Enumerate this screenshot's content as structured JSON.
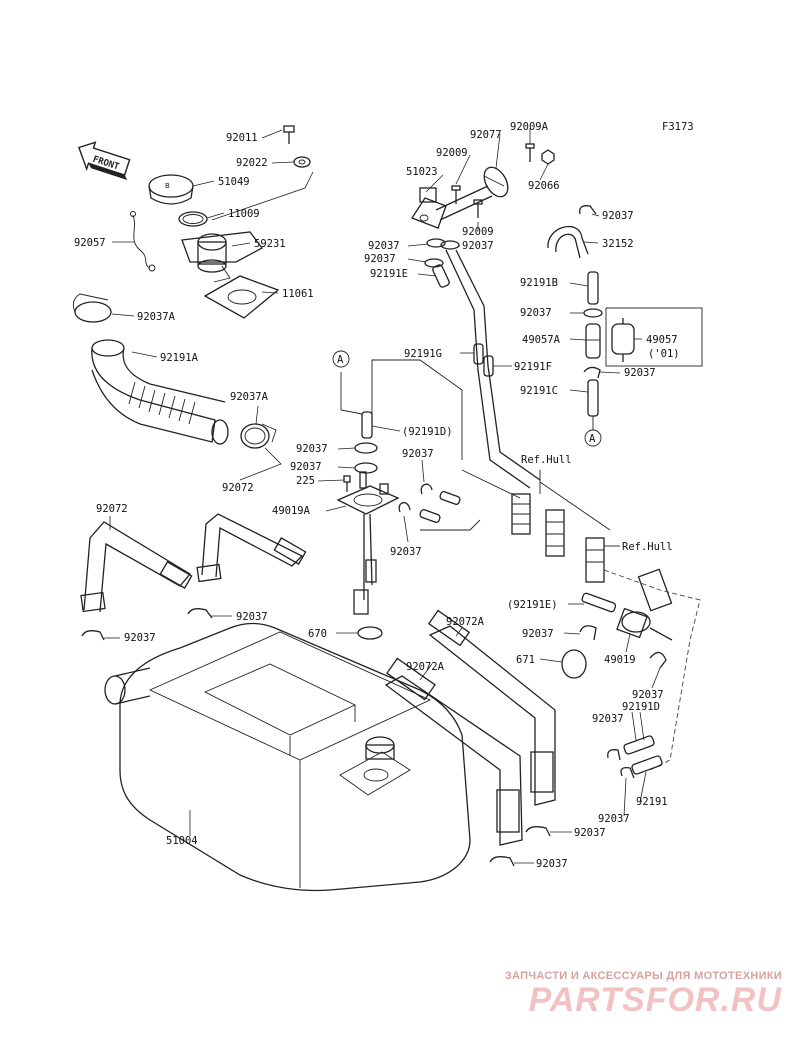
{
  "figure_code": "F3173",
  "front_label": "FRONT",
  "callout_a": "A",
  "ref_hull": "Ref.Hull",
  "labels": {
    "p92011": "92011",
    "p92022": "92022",
    "p51049": "51049",
    "p11009": "11009",
    "p92057": "92057",
    "p59231": "59231",
    "p11061": "11061",
    "p92037A_1": "92037A",
    "p92191A": "92191A",
    "p92037A_2": "92037A",
    "p92072_a": "92072",
    "p92072_b": "92072",
    "p92077": "92077",
    "p92009A": "92009A",
    "p92009_1": "92009",
    "p51023": "51023",
    "p92066": "92066",
    "p92009_2": "92009",
    "p92037_tr": "92037",
    "p32152": "32152",
    "p92037_l1": "92037",
    "p92037_l2": "92037",
    "p92037_l3": "92037",
    "p92191E": "92191E",
    "p92191B": "92191B",
    "p92037_m1": "92037",
    "p49057A": "49057A",
    "p49057": "49057",
    "p49057_year": "('01)",
    "p92191G": "92191G",
    "p92191F": "92191F",
    "p92037_m2": "92037",
    "p92191C": "92191C",
    "p92037_c1": "92037",
    "p92191D_paren": "(92191D)",
    "p92037_c2": "92037",
    "p92037_c3": "92037",
    "p225": "225",
    "p49019A": "49019A",
    "p92037_c4": "92037",
    "p92037_l4": "92037",
    "p92037_l5": "92037",
    "p670": "670",
    "p92072A_1": "92072A",
    "p92072A_2": "92072A",
    "p92191E_paren": "(92191E)",
    "p92037_r1": "92037",
    "p671": "671",
    "p49019": "49019",
    "p92037_r2": "92037",
    "p92037_r3": "92037",
    "p92191D": "92191D",
    "p92037_r4": "92037",
    "p92191": "92191",
    "p51004": "51004",
    "p92037_b1": "92037",
    "p92037_b2": "92037"
  },
  "watermark": {
    "tagline": "ЗАПЧАСТИ И АКСЕССУАРЫ ДЛЯ МОТОТЕХНИКИ",
    "brand": "PARTSFOR.RU"
  },
  "colors": {
    "line": "#222222",
    "watermark_text": "#d9a0a0",
    "watermark_brand": "#f2c2c2"
  }
}
